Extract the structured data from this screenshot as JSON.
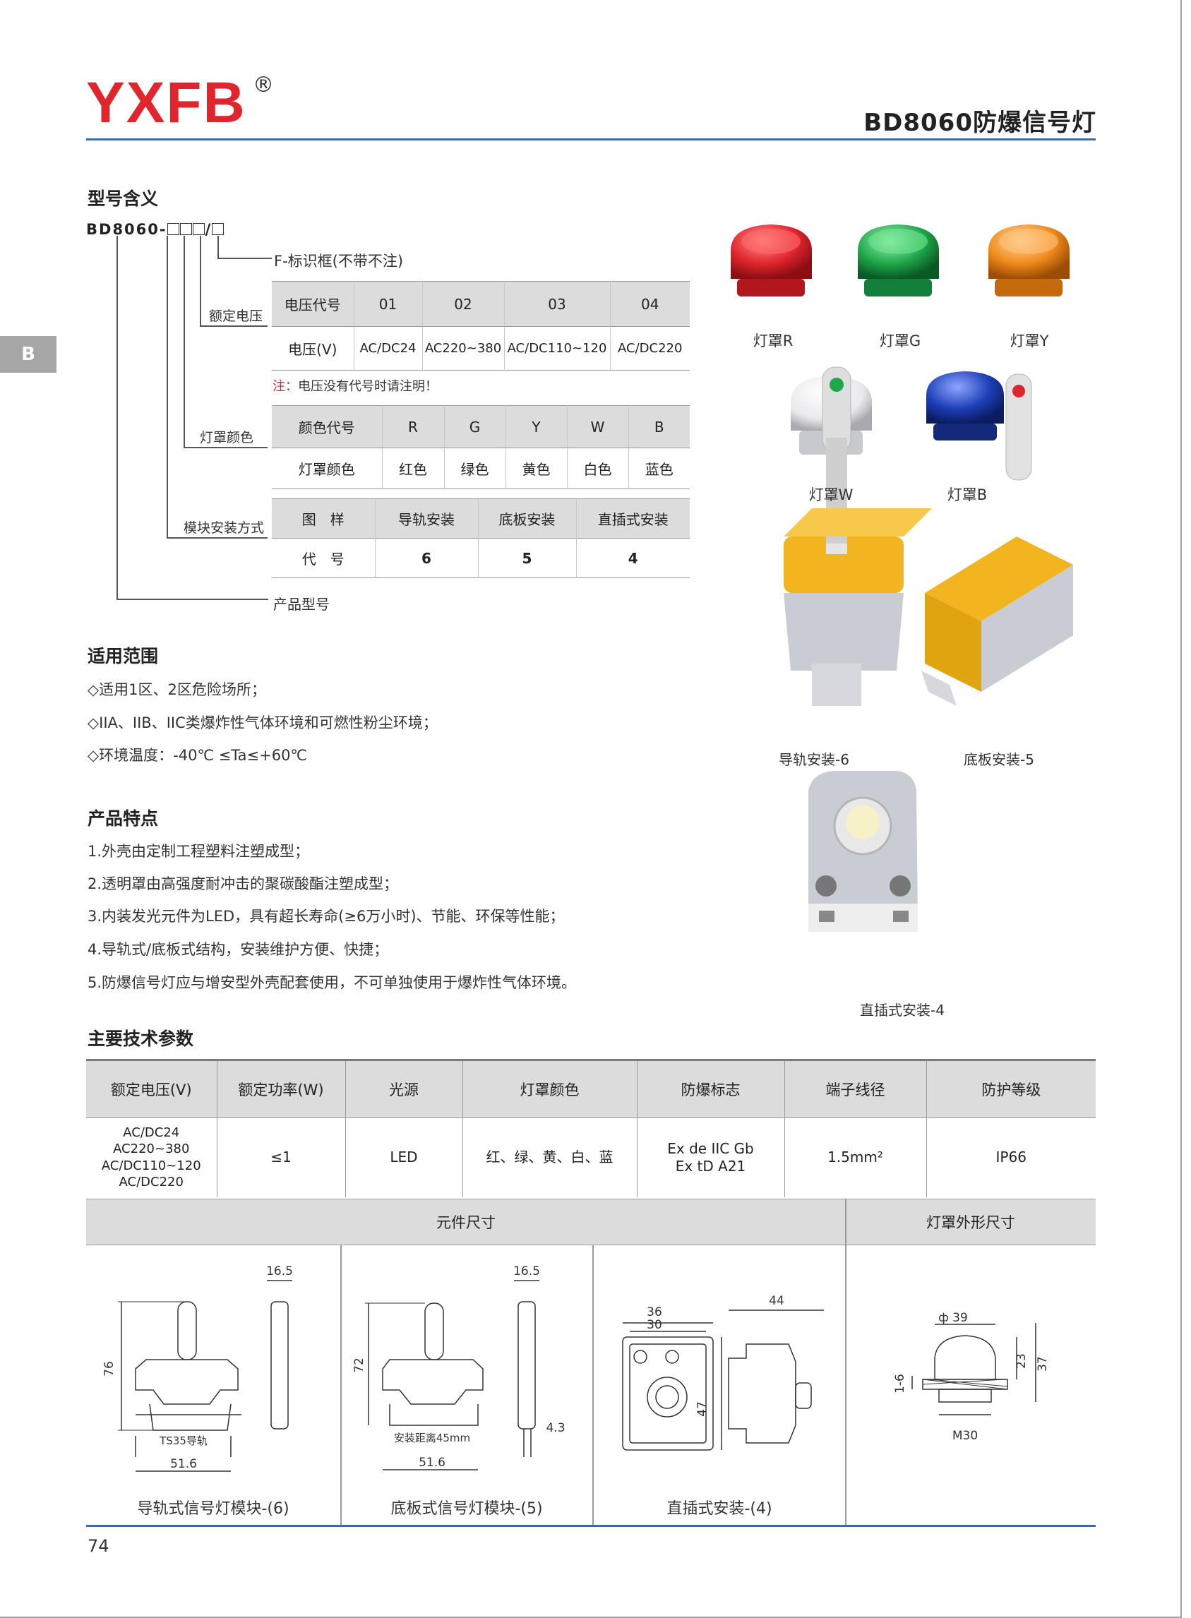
{
  "header": {
    "brand": "YXFB",
    "registered": "®",
    "title": "BD8060防爆信号灯"
  },
  "side_tab": "B",
  "model_section": {
    "title": "型号含义",
    "code_prefix": "BD8060-",
    "code_slash": "/",
    "marker_label": "F-标识框(不带不注)",
    "voltage_label": "额定电压",
    "voltage_table": {
      "row1": [
        "电压代号",
        "01",
        "02",
        "03",
        "04"
      ],
      "row2": [
        "电压(V)",
        "AC/DC24",
        "AC220~380",
        "AC/DC110~120",
        "AC/DC220"
      ]
    },
    "note_prefix": "注：",
    "note_text": "电压没有代号时请注明！",
    "color_label": "灯罩颜色",
    "color_table": {
      "row1": [
        "颜色代号",
        "R",
        "G",
        "Y",
        "W",
        "B"
      ],
      "row2": [
        "灯罩颜色",
        "红色",
        "绿色",
        "黄色",
        "白色",
        "蓝色"
      ]
    },
    "mount_label": "模块安装方式",
    "mount_table": {
      "row1": [
        "图　样",
        "导轨安装",
        "底板安装",
        "直插式安装"
      ],
      "row2": [
        "代　号",
        "6",
        "5",
        "4"
      ]
    },
    "product_label": "产品型号"
  },
  "photos": {
    "lens_r": "灯罩R",
    "lens_g": "灯罩G",
    "lens_y": "灯罩Y",
    "lens_w": "灯罩W",
    "lens_b": "灯罩B",
    "rail": "导轨安装-6",
    "base": "底板安装-5",
    "plugin": "直插式安装-4",
    "colors": {
      "red": "#e0252c",
      "green": "#1fa84a",
      "yellow": "#f08a1c",
      "white": "#e9e9ec",
      "blue": "#1d3fb8",
      "module_yellow": "#f2b51f",
      "module_gray": "#c9ccd2"
    }
  },
  "scope": {
    "title": "适用范围",
    "items": [
      "◇适用1区、2区危险场所；",
      "◇IIA、IIB、IIC类爆炸性气体环境和可燃性粉尘环境；",
      "◇环境温度：-40℃ ≤Ta≤+60℃"
    ]
  },
  "features": {
    "title": "产品特点",
    "items": [
      "1.外壳由定制工程塑料注塑成型；",
      "2.透明罩由高强度耐冲击的聚碳酸酯注塑成型；",
      "3.内装发光元件为LED，具有超长寿命(≥6万小时)、节能、环保等性能；",
      "4.导轨式/底板式结构，安装维护方便、快捷；",
      "5.防爆信号灯应与增安型外壳配套使用，不可单独使用于爆炸性气体环境。"
    ]
  },
  "tech": {
    "title": "主要技术参数",
    "headers": [
      "额定电压(V)",
      "额定功率(W)",
      "光源",
      "灯罩颜色",
      "防爆标志",
      "端子线径",
      "防护等级"
    ],
    "voltage_lines": [
      "AC/DC24",
      "AC220~380",
      "AC/DC110~120",
      "AC/DC220"
    ],
    "power": "≤1",
    "source": "LED",
    "colors": "红、绿、黄、白、蓝",
    "ex_lines": [
      "Ex de IIC Gb",
      "Ex tD A21"
    ],
    "wire": "1.5mm²",
    "ip": "IP66"
  },
  "dimensions": {
    "component_title": "元件尺寸",
    "lens_title": "灯罩外形尺寸",
    "rail_caption": "导轨式信号灯模块-(6)",
    "base_caption": "底板式信号灯模块-(5)",
    "plugin_caption": "直插式安装-(4)",
    "rail_dims": [
      "16.5",
      "76",
      "TS35导轨",
      "51.6"
    ],
    "base_dims": [
      "16.5",
      "72",
      "安装距离45mm",
      "51.6",
      "4.3"
    ],
    "plugin_dims": [
      "36",
      "30",
      "47",
      "44"
    ],
    "lens_dims": [
      "ф 39",
      "1-6",
      "23",
      "37",
      "M30"
    ]
  },
  "footer": {
    "page": "74"
  }
}
